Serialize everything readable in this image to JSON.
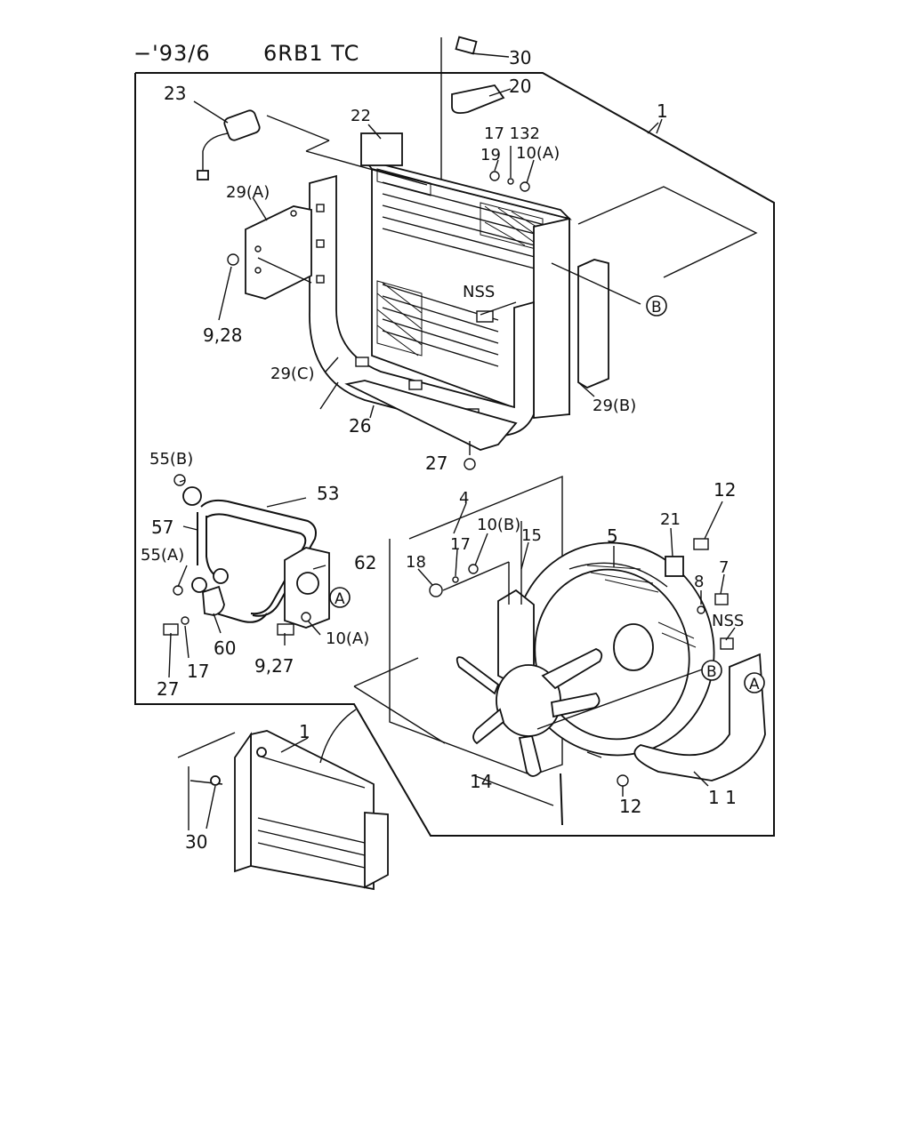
{
  "header": {
    "date_code": "−'93/6",
    "model": "6RB1 TC"
  },
  "callouts": [
    {
      "id": "30",
      "text": "30"
    },
    {
      "id": "20",
      "text": "20"
    },
    {
      "id": "23",
      "text": "23"
    },
    {
      "id": "22",
      "text": "22"
    },
    {
      "id": "1",
      "text": "1"
    },
    {
      "id": "17-132",
      "text": "17 132"
    },
    {
      "id": "19",
      "text": "19"
    },
    {
      "id": "10A-top",
      "text": "10(A)"
    },
    {
      "id": "29A",
      "text": "29(A)"
    },
    {
      "id": "nss-top",
      "text": "NSS"
    },
    {
      "id": "9-28",
      "text": "9,28"
    },
    {
      "id": "29C",
      "text": "29(C)"
    },
    {
      "id": "29B",
      "text": "29(B)"
    },
    {
      "id": "26",
      "text": "26"
    },
    {
      "id": "27-top",
      "text": "27"
    },
    {
      "id": "55B",
      "text": "55(B)"
    },
    {
      "id": "53",
      "text": "53"
    },
    {
      "id": "57",
      "text": "57"
    },
    {
      "id": "55A",
      "text": "55(A)"
    },
    {
      "id": "62",
      "text": "62"
    },
    {
      "id": "60",
      "text": "60"
    },
    {
      "id": "10A-mid",
      "text": "10(A)"
    },
    {
      "id": "9-27",
      "text": "9,27"
    },
    {
      "id": "17-left",
      "text": "17"
    },
    {
      "id": "27-left",
      "text": "27"
    },
    {
      "id": "4",
      "text": "4"
    },
    {
      "id": "10B",
      "text": "10(B)"
    },
    {
      "id": "17-mid",
      "text": "17"
    },
    {
      "id": "15",
      "text": "15"
    },
    {
      "id": "18",
      "text": "18"
    },
    {
      "id": "5",
      "text": "5"
    },
    {
      "id": "21",
      "text": "21"
    },
    {
      "id": "12-top",
      "text": "12"
    },
    {
      "id": "8",
      "text": "8"
    },
    {
      "id": "7",
      "text": "7"
    },
    {
      "id": "nss-right",
      "text": "NSS"
    },
    {
      "id": "14",
      "text": "14"
    },
    {
      "id": "12-bottom",
      "text": "12"
    },
    {
      "id": "11",
      "text": "1 1"
    },
    {
      "id": "1-inset",
      "text": "1"
    },
    {
      "id": "30-inset",
      "text": "30"
    }
  ],
  "reference_marks": [
    {
      "id": "B-top",
      "text": "B"
    },
    {
      "id": "A-left",
      "text": "A"
    },
    {
      "id": "B-right",
      "text": "B"
    },
    {
      "id": "A-right",
      "text": "A"
    }
  ]
}
